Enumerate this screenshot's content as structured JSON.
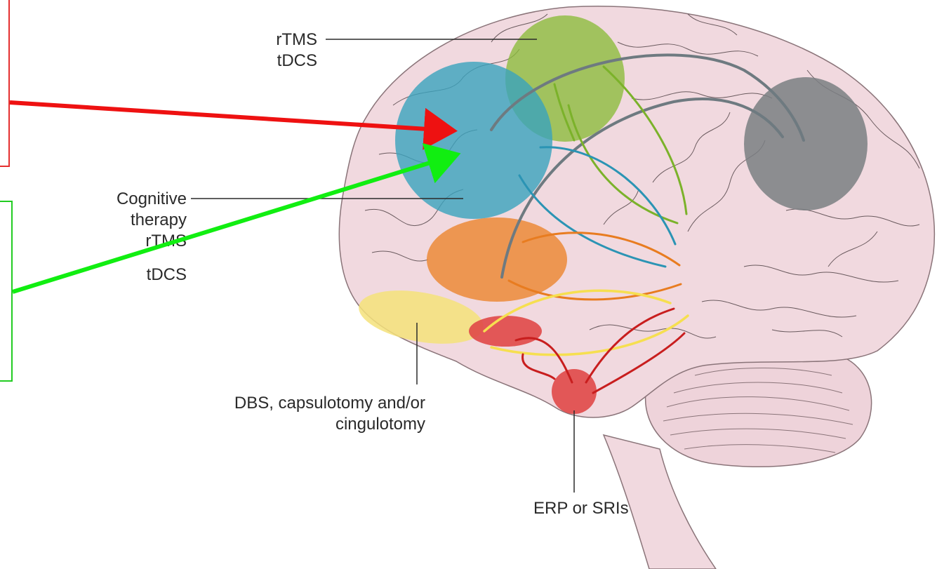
{
  "labels": {
    "rtms_top_1": "rTMS",
    "rtms_top_2": "tDCS",
    "cog_1": "Cognitive",
    "cog_2": "therapy",
    "cog_3": "rTMS",
    "cog_4": "tDCS",
    "dbs_1": "DBS, capsulotomy and/or",
    "dbs_2": "cingulotomy",
    "erp": "ERP or SRIs"
  },
  "colors": {
    "brain_fill": "#f1d9df",
    "brain_outline": "#8a7479",
    "blue_region": "#3aa3bd",
    "green_region": "#8bbb3a",
    "gray_region": "#7a7f82",
    "orange_region": "#ec8a38",
    "yellow_region": "#f5e27a",
    "red_region": "#e04848",
    "annot_red": "#ee1111",
    "annot_green": "#11ee11"
  }
}
